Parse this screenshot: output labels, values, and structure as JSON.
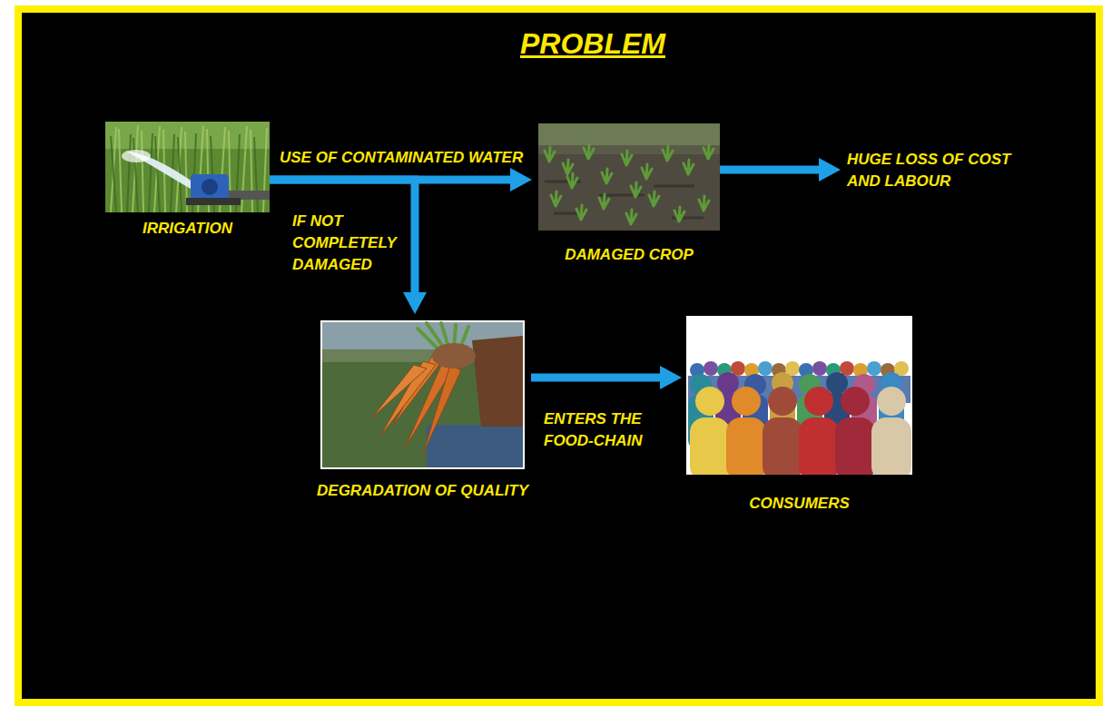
{
  "diagram": {
    "title": "PROBLEM",
    "nodes": [
      {
        "text": [
          "IRRIGATION"
        ]
      },
      {
        "text": [
          "DAMAGED CROP"
        ]
      },
      {
        "text": [
          "HUGE LOSS OF COST AND LABOUR"
        ]
      },
      {
        "text": [
          "DEGRADATION OF QUALITY"
        ]
      },
      {
        "text": [
          "CONSUMERS"
        ]
      }
    ],
    "edges": [
      {
        "from": 0,
        "to": 1,
        "label": "USE OF CONTAMINATED WATER",
        "arrow": "to"
      },
      {
        "from": 1,
        "to": 2,
        "arrow": "to"
      },
      {
        "from": 0,
        "to": 3,
        "label": "IF NOT COMPLETELY DAMAGED",
        "arrow": "to"
      },
      {
        "from": 3,
        "to": 4,
        "label": "ENTERS THE FOOD-CHAIN",
        "arrow": "to"
      }
    ]
  }
}
